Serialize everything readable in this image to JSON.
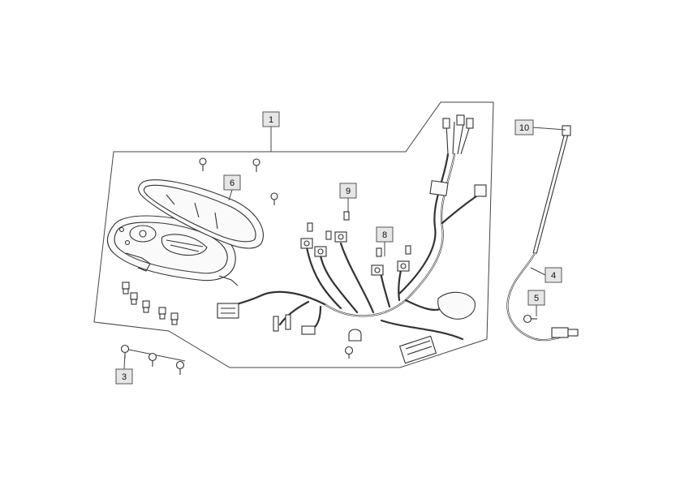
{
  "callouts": [
    {
      "id": "c1",
      "label": "1"
    },
    {
      "id": "c3",
      "label": "3"
    },
    {
      "id": "c4",
      "label": "4"
    },
    {
      "id": "c5",
      "label": "5"
    },
    {
      "id": "c6",
      "label": "6"
    },
    {
      "id": "c8",
      "label": "8"
    },
    {
      "id": "c9",
      "label": "9"
    },
    {
      "id": "c10",
      "label": "10"
    }
  ],
  "colors": {
    "line": "#333333",
    "callout_fill": "#e6e6e6",
    "background": "#ffffff"
  }
}
